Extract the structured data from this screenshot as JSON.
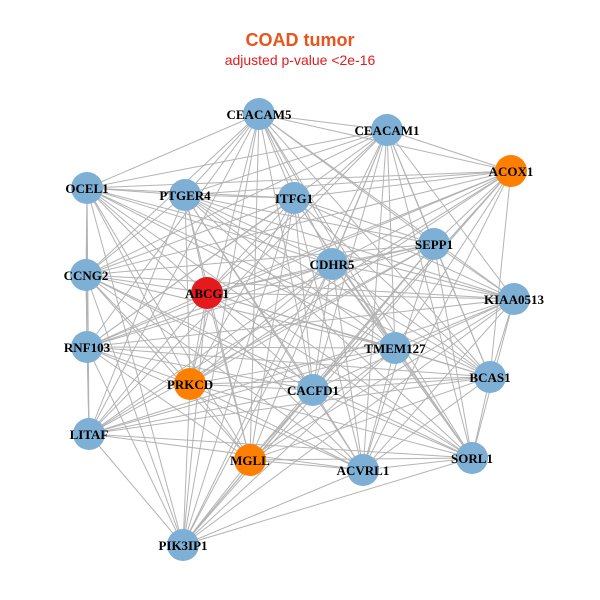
{
  "header": {
    "title": "COAD tumor",
    "subtitle": "adjusted p-value <2e-16"
  },
  "colors": {
    "default": "#7eb0d5",
    "highlight": "#e41a1c",
    "secondary": "#ff7f00",
    "edge": "#b3b3b3",
    "title": "#e8541c",
    "subtitle": "#e41a1c"
  },
  "nodes": [
    {
      "id": "CEACAM5",
      "label": "CEACAM5",
      "group": "default"
    },
    {
      "id": "CEACAM1",
      "label": "CEACAM1",
      "group": "default"
    },
    {
      "id": "ACOX1",
      "label": "ACOX1",
      "group": "secondary"
    },
    {
      "id": "OCEL1",
      "label": "OCEL1",
      "group": "default"
    },
    {
      "id": "PTGER4",
      "label": "PTGER4",
      "group": "default"
    },
    {
      "id": "ITFG1",
      "label": "ITFG1",
      "group": "default"
    },
    {
      "id": "SEPP1",
      "label": "SEPP1",
      "group": "default"
    },
    {
      "id": "CDHR5",
      "label": "CDHR5",
      "group": "default"
    },
    {
      "id": "CCNG2",
      "label": "CCNG2",
      "group": "default"
    },
    {
      "id": "ABCG1",
      "label": "ABCG1",
      "group": "highlight"
    },
    {
      "id": "KIAA0513",
      "label": "KIAA0513",
      "group": "default"
    },
    {
      "id": "RNF103",
      "label": "RNF103",
      "group": "default"
    },
    {
      "id": "TMEM127",
      "label": "TMEM127",
      "group": "default"
    },
    {
      "id": "BCAS1",
      "label": "BCAS1",
      "group": "default"
    },
    {
      "id": "PRKCD",
      "label": "PRKCD",
      "group": "secondary"
    },
    {
      "id": "CACFD1",
      "label": "CACFD1",
      "group": "default"
    },
    {
      "id": "LITAF",
      "label": "LITAF",
      "group": "default"
    },
    {
      "id": "MGLL",
      "label": "MGLL",
      "group": "secondary"
    },
    {
      "id": "ACVRL1",
      "label": "ACVRL1",
      "group": "default"
    },
    {
      "id": "SORL1",
      "label": "SORL1",
      "group": "default"
    },
    {
      "id": "PIK3IP1",
      "label": "PIK3IP1",
      "group": "default"
    }
  ]
}
